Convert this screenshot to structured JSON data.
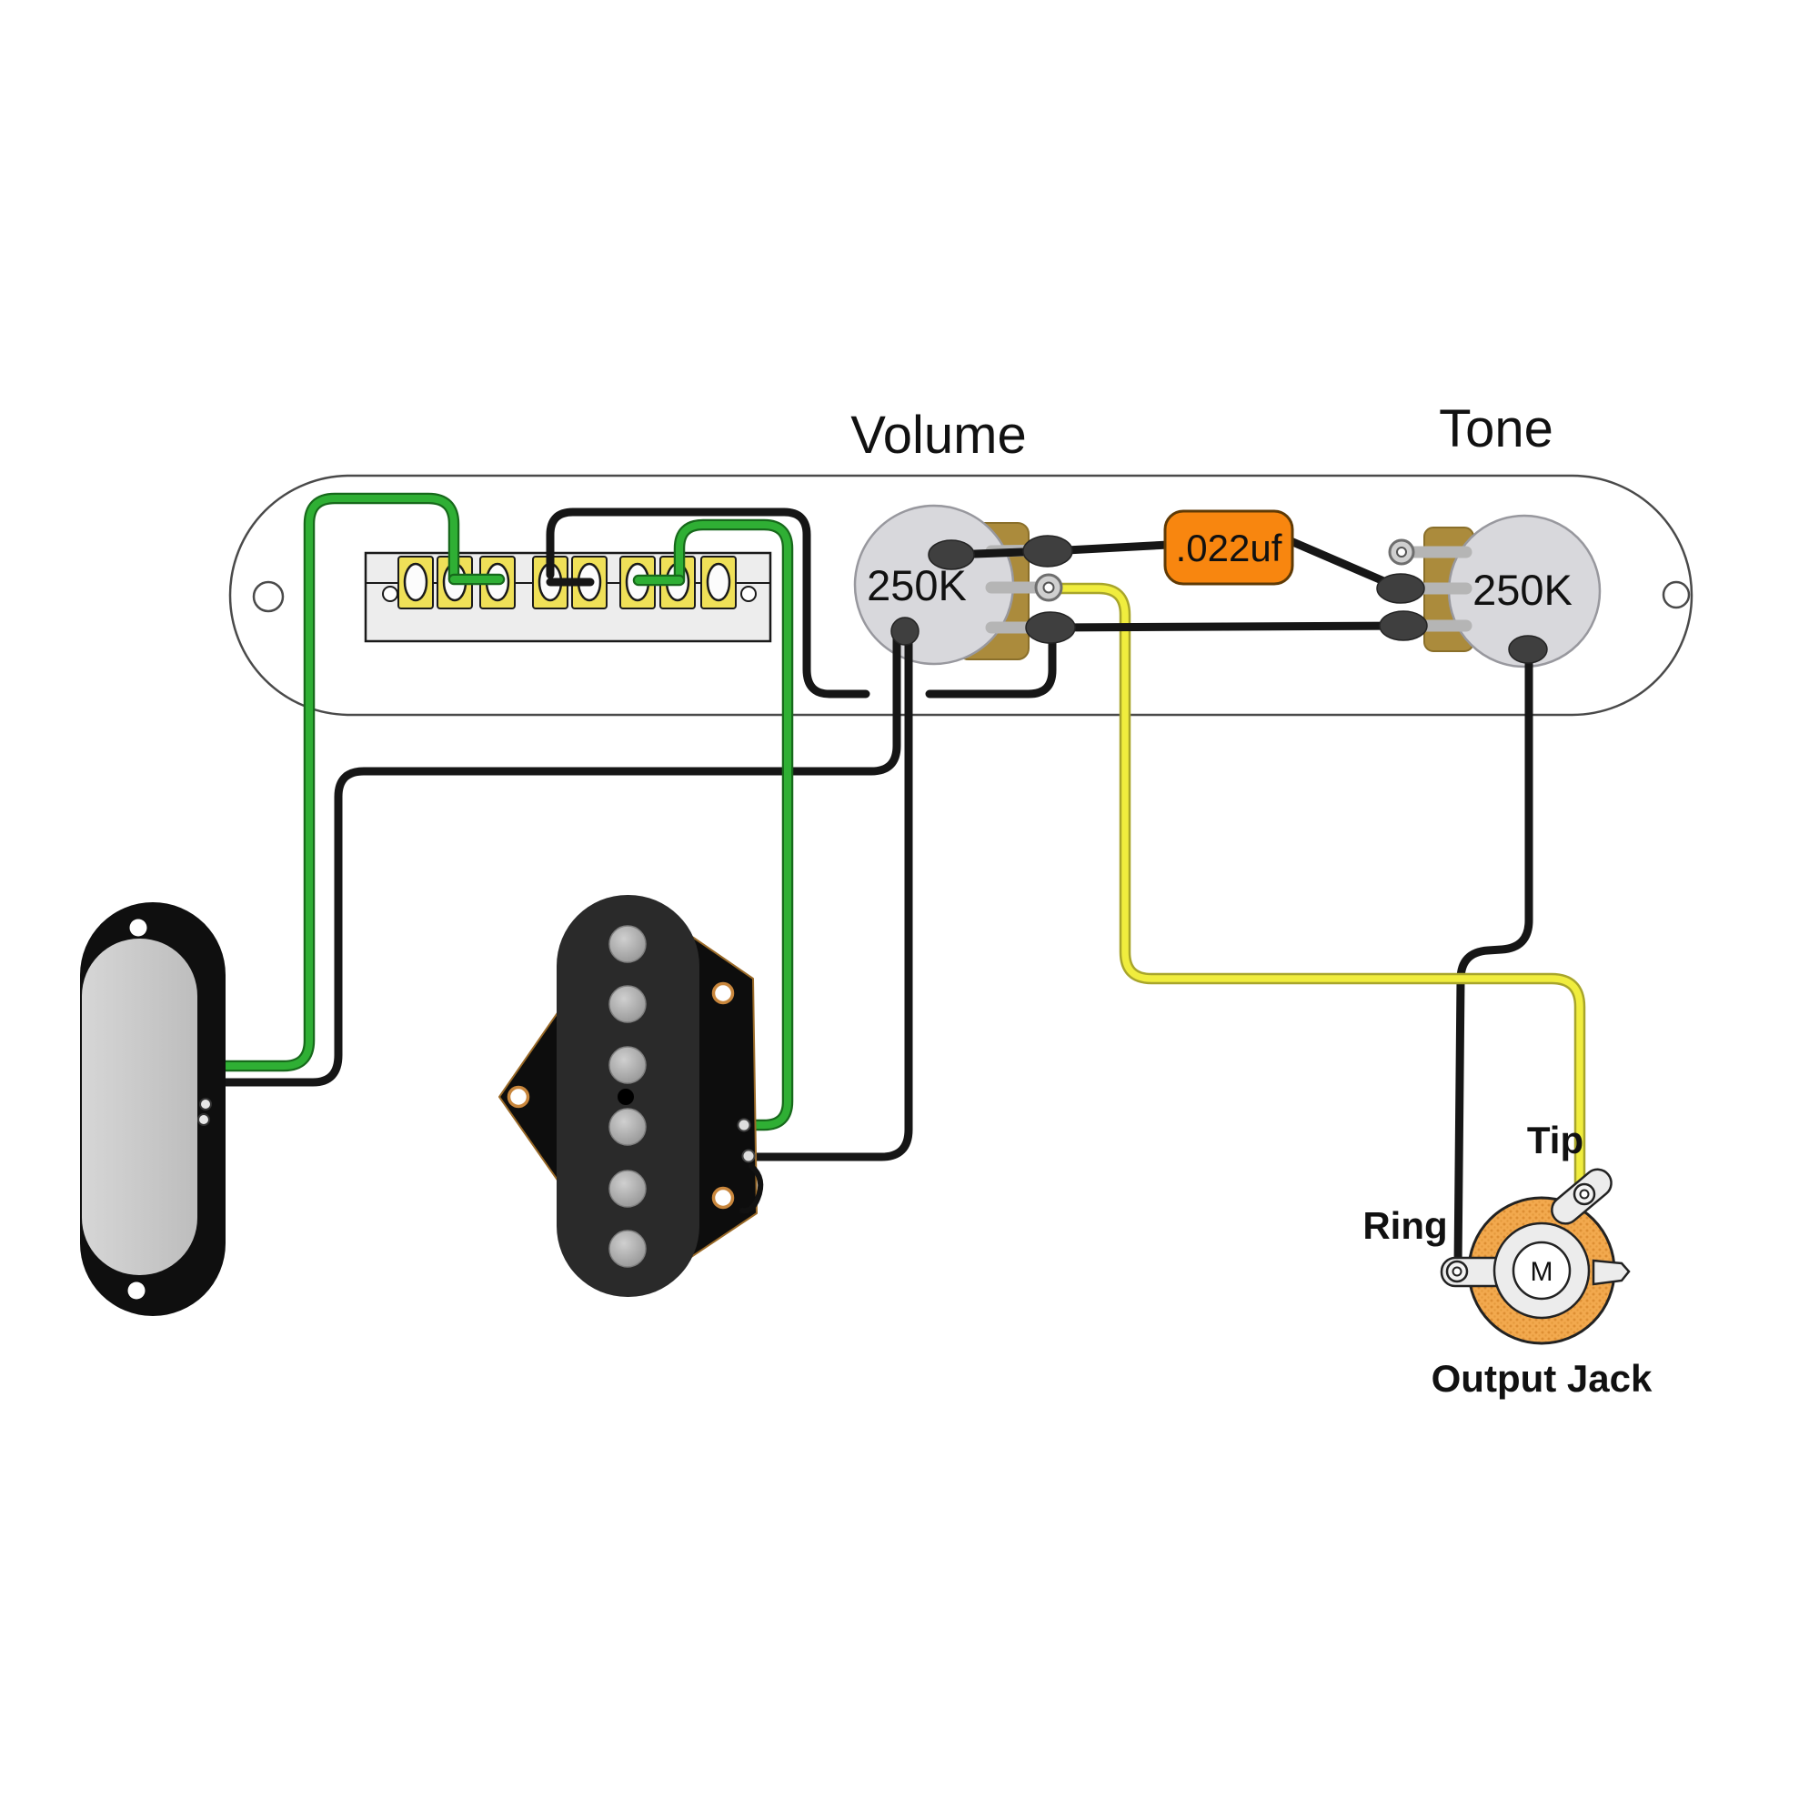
{
  "labels": {
    "volume": "Volume",
    "tone": "Tone",
    "volume_pot_value": "250K",
    "tone_pot_value": "250K",
    "capacitor_value": ".022uf",
    "jack_tip": "Tip",
    "jack_ring": "Ring",
    "output_jack": "Output Jack",
    "jack_center": "M"
  },
  "colors": {
    "wire_green": "#2faf34",
    "wire_yellow": "#f0ed3e",
    "wire_black": "#161616",
    "capacitor_orange": "#f8860f",
    "jack_orange": "#f2a94e",
    "pot_gray": "#d8d8dc",
    "switch_lug_yellow": "#efe058",
    "pot_backplate_gold": "#ab8b3c",
    "pickup_cover_gray": "#c9c9c9",
    "pickup_black": "#0d0d0d"
  },
  "diagram": {
    "type": "guitar-wiring-diagram",
    "components": [
      {
        "name": "control-plate"
      },
      {
        "name": "pickup-selector-switch",
        "lugs": 8
      },
      {
        "name": "volume-pot",
        "value": "250K",
        "label": "Volume"
      },
      {
        "name": "tone-pot",
        "value": "250K",
        "label": "Tone"
      },
      {
        "name": "capacitor",
        "value": ".022uf"
      },
      {
        "name": "neck-pickup"
      },
      {
        "name": "bridge-pickup",
        "poles": 6
      },
      {
        "name": "output-jack",
        "terminals": [
          "Tip",
          "Ring"
        ],
        "center_mark": "M"
      }
    ],
    "wires": [
      {
        "color": "green",
        "from": "neck-pickup",
        "to": "switch-lug-2"
      },
      {
        "color": "green",
        "from": "switch-lug-2",
        "to": "switch-lug-3"
      },
      {
        "color": "green",
        "from": "bridge-pickup",
        "to": "switch-lug-7"
      },
      {
        "color": "green",
        "from": "switch-lug-6",
        "to": "switch-lug-7"
      },
      {
        "color": "black",
        "from": "switch-lug-4",
        "to": "switch-lug-5"
      },
      {
        "color": "black",
        "from": "switch-lug-4",
        "to": "volume-pot-bottom-lug"
      },
      {
        "color": "black",
        "from": "neck-pickup",
        "to": "volume-pot-casing"
      },
      {
        "color": "black",
        "from": "bridge-pickup",
        "to": "volume-pot-casing"
      },
      {
        "color": "black",
        "from": "volume-pot-top-lug",
        "to": "volume-pot-casing"
      },
      {
        "color": "black",
        "from": "volume-pot-top-lug",
        "to": "capacitor"
      },
      {
        "color": "black",
        "from": "capacitor",
        "to": "tone-pot-middle-lug"
      },
      {
        "color": "black",
        "from": "volume-pot-bottom-lug",
        "to": "tone-pot-bottom-lug"
      },
      {
        "color": "black",
        "from": "tone-pot-casing",
        "to": "jack-ring"
      },
      {
        "color": "yellow",
        "from": "volume-pot-middle-lug",
        "to": "jack-tip"
      }
    ]
  }
}
